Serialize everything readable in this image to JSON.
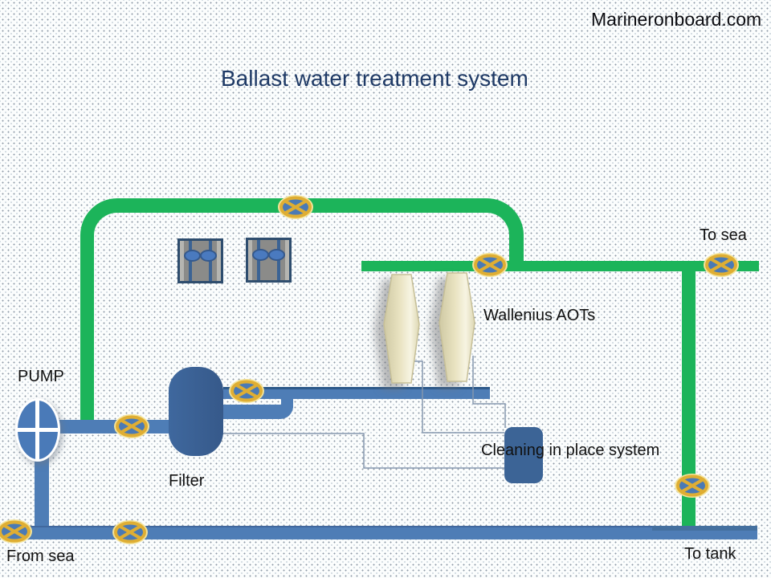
{
  "header": {
    "brand": "Marineronboard.com",
    "title": "Ballast water treatment system"
  },
  "diagram": {
    "labels": {
      "to_sea": "To sea",
      "wallenius_aots": "Wallenius AOTs",
      "pump": "PUMP",
      "cleaning_in_place": "Cleaning in place system",
      "filter": "Filter",
      "from_sea": "From sea",
      "to_tank": "To tank"
    },
    "colors": {
      "pipe_green": "#1cb45a",
      "pipe_blue": "#4e7db6",
      "pipe_blue_dark_edge": "#41689e",
      "equipment_blue": "#3a6094",
      "valve_ring_gold": "#dfae33",
      "valve_glow": "#f3e39b",
      "valve_center_blue": "#4a7ab5",
      "aot_cream": "#e8e2c2",
      "cabinet_gray": "#8b8b89",
      "cabinet_border_navy": "#2e4d6e",
      "title_navy": "#1f3a66",
      "background": "#fbfdfd"
    },
    "valve_count": 8
  }
}
